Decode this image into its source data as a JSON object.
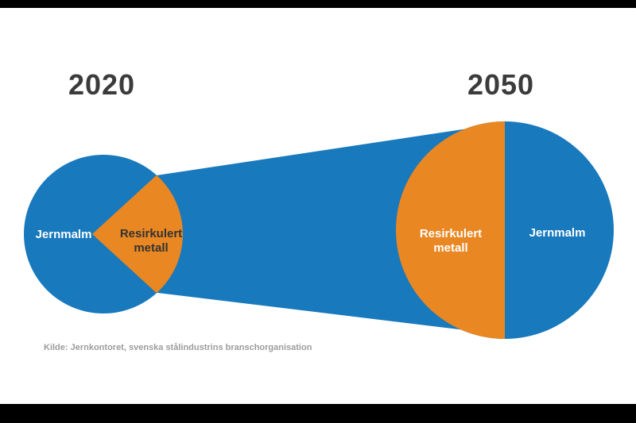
{
  "colors": {
    "blue": "#1879bd",
    "orange": "#e98723",
    "heading_text": "#3b3b3b",
    "wedge_text": "#333333",
    "source_text": "#9c9c9c",
    "background": "#ffffff",
    "bar": "#000000",
    "circle_label_text": "#ffffff"
  },
  "headings": {
    "left_year": "2020",
    "right_year": "2050"
  },
  "labels": {
    "left_iron": "Jernmalm",
    "left_recycled_line1": "Resirkulert",
    "left_recycled_line2": "metall",
    "right_recycled_line1": "Resirkulert",
    "right_recycled_line2": "metall",
    "right_iron": "Jernmalm"
  },
  "source": "Kilde: Jernkontoret, svenska stålindustrins branschorganisation",
  "chart_data": [
    {
      "type": "pie",
      "title": "2020",
      "slices": [
        {
          "label": "Jernmalm",
          "value": 75,
          "color": "#1879bd"
        },
        {
          "label": "Resirkulert metall",
          "value": 25,
          "color": "#e98723"
        }
      ],
      "units": "share of total, % (estimated from arc angles)",
      "legend_position": "inside"
    },
    {
      "type": "pie",
      "title": "2050",
      "slices": [
        {
          "label": "Resirkulert metall",
          "value": 50,
          "color": "#e98723"
        },
        {
          "label": "Jernmalm",
          "value": 50,
          "color": "#1879bd"
        }
      ],
      "units": "share of total, % (estimated from arc angles)",
      "legend_position": "inside"
    }
  ]
}
